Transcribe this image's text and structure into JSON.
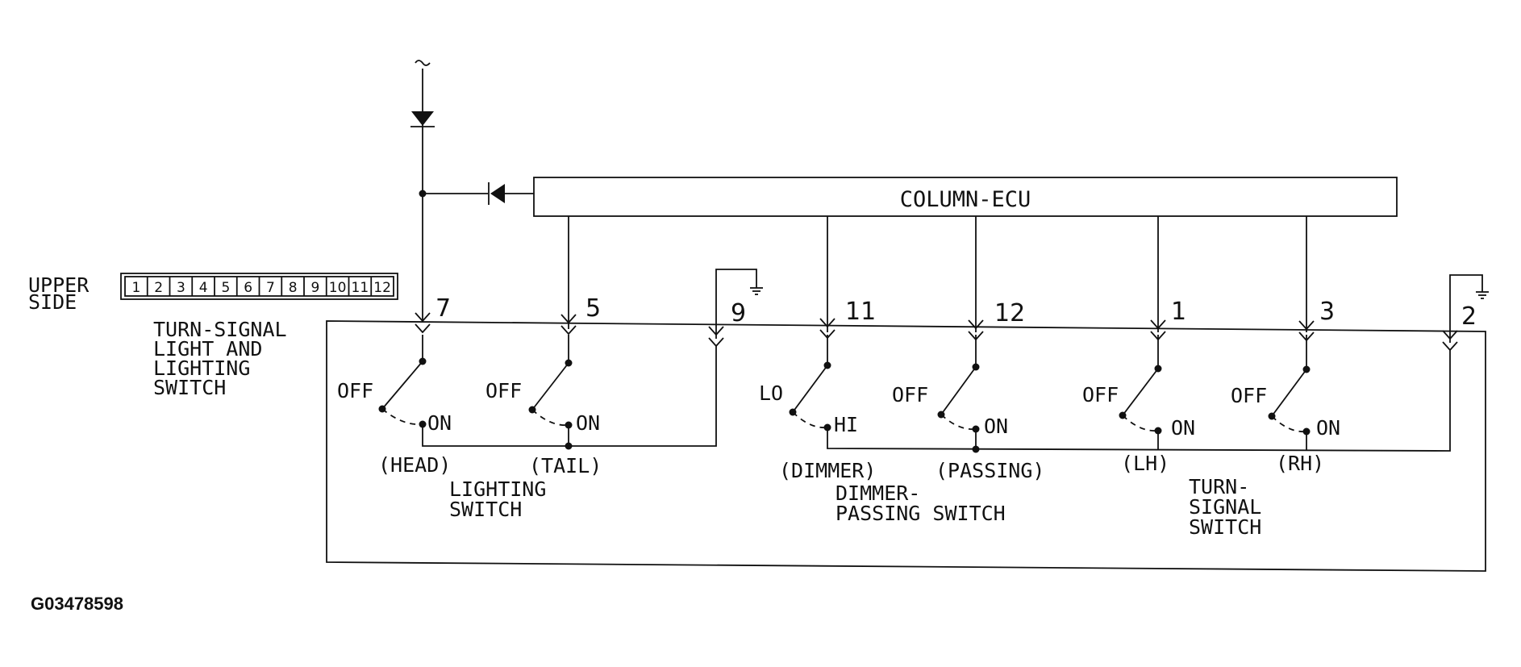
{
  "ecu_label": "COLUMN-ECU",
  "connector": {
    "side_label_line1": "UPPER",
    "side_label_line2": "SIDE",
    "cells": [
      "1",
      "2",
      "3",
      "4",
      "5",
      "6",
      "7",
      "8",
      "9",
      "10",
      "11",
      "12"
    ]
  },
  "switch_assembly": {
    "title_lines": [
      "TURN-SIGNAL",
      "LIGHT AND",
      "LIGHTING",
      "SWITCH"
    ]
  },
  "pins": {
    "p7": "7",
    "p5": "5",
    "p9": "9",
    "p11": "11",
    "p12": "12",
    "p1": "1",
    "p3": "3",
    "p2": "2"
  },
  "switches": {
    "head": {
      "off": "OFF",
      "on": "ON",
      "name": "(HEAD)"
    },
    "tail": {
      "off": "OFF",
      "on": "ON",
      "name": "(TAIL)"
    },
    "dimmer": {
      "off": "LO",
      "on": "HI",
      "name": "(DIMMER)"
    },
    "passing": {
      "off": "OFF",
      "on": "ON",
      "name": "(PASSING)"
    },
    "lh": {
      "off": "OFF",
      "on": "ON",
      "name": "(LH)"
    },
    "rh": {
      "off": "OFF",
      "on": "ON",
      "name": "(RH)"
    }
  },
  "groups": {
    "lighting": [
      "LIGHTING",
      "SWITCH"
    ],
    "dimmer_passing": [
      "DIMMER-",
      "PASSING SWITCH"
    ],
    "turn_signal": [
      "TURN-",
      "SIGNAL",
      "SWITCH"
    ]
  },
  "figure_id": "G03478598"
}
